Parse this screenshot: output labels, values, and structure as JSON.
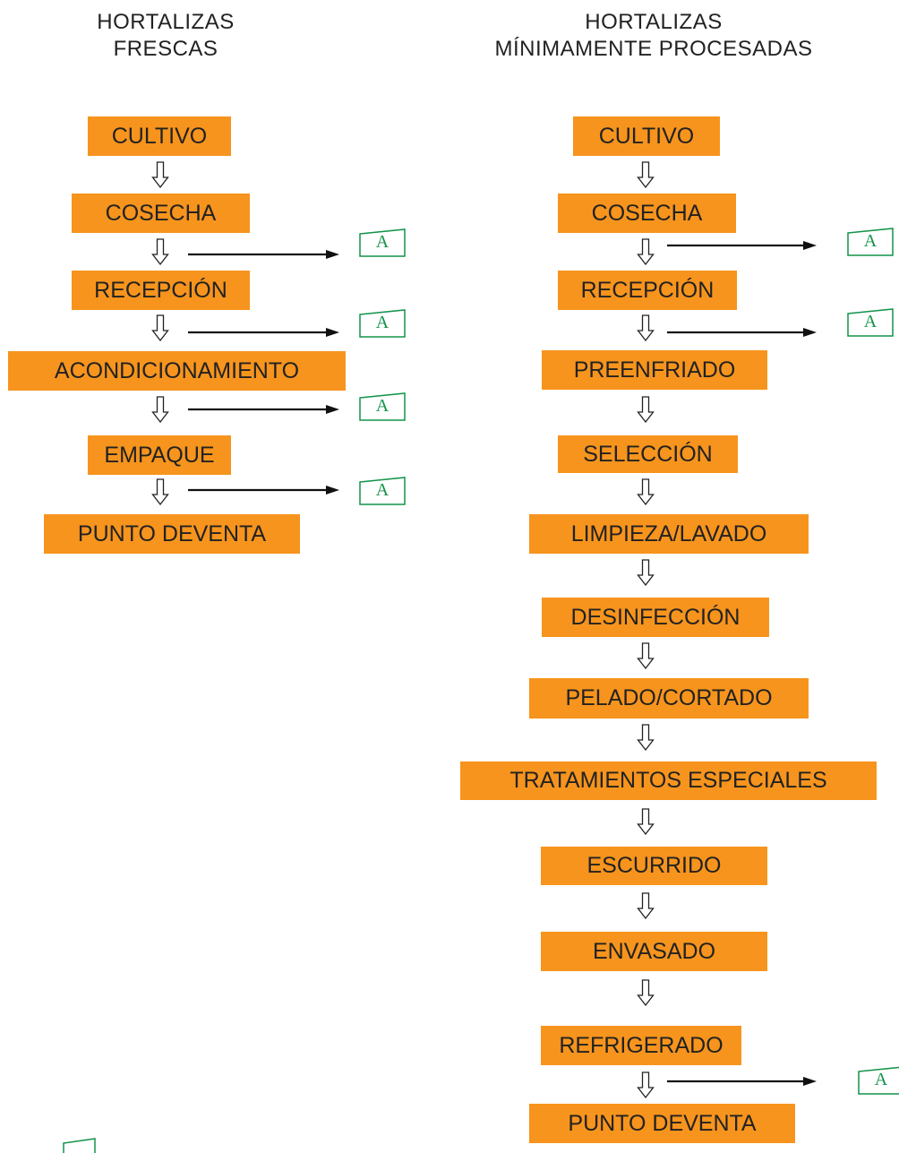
{
  "left": {
    "title_line1": "HORTALIZAS",
    "title_line2": "FRESCAS",
    "steps": [
      "CULTIVO",
      "COSECHA",
      "RECEPCIÓN",
      "ACONDICIONAMIENTO",
      "EMPAQUE",
      "PUNTO DEVENTA"
    ]
  },
  "right": {
    "title_line1": "HORTALIZAS",
    "title_line2": "MÍNIMAMENTE PROCESADAS",
    "steps": [
      "CULTIVO",
      "COSECHA",
      "RECEPCIÓN",
      "PREENFRIADO",
      "SELECCIÓN",
      "LIMPIEZA/LAVADO",
      "DESINFECCIÓN",
      "PELADO/CORTADO",
      "TRATAMIENTOS ESPECIALES",
      "ESCURRIDO",
      "ENVASADO",
      "REFRIGERADO",
      "PUNTO DEVENTA"
    ]
  },
  "marker_label": "A",
  "colors": {
    "step_fill": "#f7941d",
    "marker": "#12934a",
    "arrow": "#111111"
  }
}
